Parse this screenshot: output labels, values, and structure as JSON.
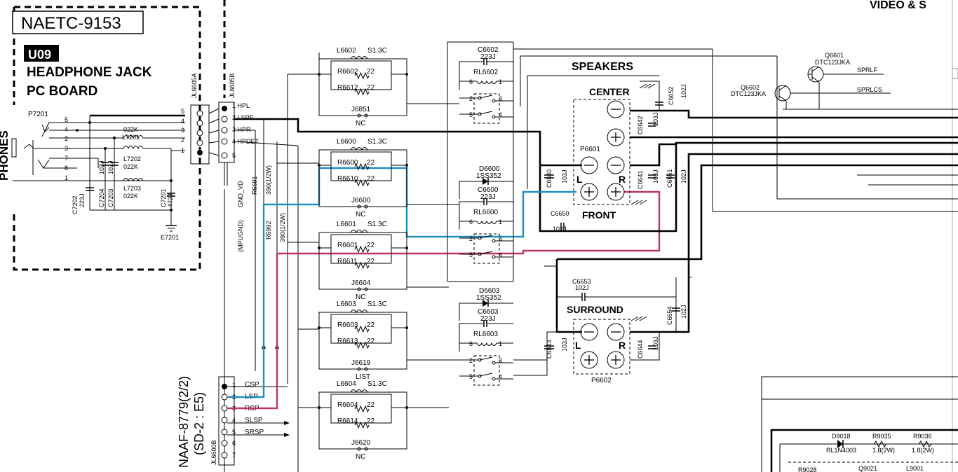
{
  "header": {
    "top_right_title": "VIDEO & S"
  },
  "board": {
    "id": "NAETC-9153",
    "unit": "U09",
    "name_line1": "HEADPHONE JACK",
    "name_line2": "PC BOARD",
    "side_label": "PHONES"
  },
  "jack": {
    "ref": "P7201",
    "pins": [
      "5",
      "4",
      "2",
      "3",
      "7",
      "8",
      "1"
    ],
    "ground": "E7201"
  },
  "filter_parts": {
    "l7201": "L7201",
    "l7201_val": "022K",
    "l7202": "L7202",
    "l7202_val": "022K",
    "l7203": "L7203",
    "l7203_val": "022K",
    "c7202": "C7202",
    "c7202_val": "223J",
    "c7203": "C7203",
    "c7203_val": "102J",
    "c7204": "C7204",
    "c7204_val": "102J",
    "c7201": "C7201",
    "c7201_val": "472J"
  },
  "jl6605a": {
    "ref": "JL6605A",
    "pins": [
      "5",
      "4",
      "3",
      "2",
      "1"
    ]
  },
  "jl6605b": {
    "ref": "JL6605B",
    "pins": [
      "1 HPL",
      "2 LSPE",
      "3 HPR",
      "4 HPDET",
      "5"
    ]
  },
  "left_net": {
    "gnd_vd": "GND_VD",
    "mpugnd": "(MPUGND)",
    "r6691": "R6691",
    "r6691_val": "390(1/2W)",
    "r6992": "R6992",
    "r6992_val": "390(1/2W)"
  },
  "naaf": {
    "line1": "NAAF-8779(2/2)",
    "line2": "(SD-2 : E5)"
  },
  "jl6600b": {
    "ref": "JL6600B",
    "pins": [
      "1",
      "2",
      "3",
      "4",
      "5",
      "6",
      "7"
    ],
    "signals": [
      "CSP",
      "LSP",
      "RSP",
      "SLSP",
      "SRSP"
    ]
  },
  "fuse_groups": [
    {
      "l": "L6602",
      "s": "S1.3C",
      "ra": "R6602",
      "rb": "R6612",
      "rv": "22",
      "j": "J6851",
      "jv": "NC"
    },
    {
      "l": "L6600",
      "s": "S1.3C",
      "ra": "R6600",
      "rb": "R6610",
      "rv": "22",
      "j": "J6600",
      "jv": "NC"
    },
    {
      "l": "L6601",
      "s": "S1.3C",
      "ra": "R6601",
      "rb": "R6611",
      "rv": "22",
      "j": "J6604",
      "jv": "NC"
    },
    {
      "l": "L6603",
      "s": "S1.3C",
      "ra": "R6603",
      "rb": "R6613",
      "rv": "22",
      "j": "J6619",
      "jv": "LIST"
    },
    {
      "l": "L6604",
      "s": "S1.3C",
      "ra": "R6604",
      "rb": "R6614",
      "rv": "22",
      "j": "J6620",
      "jv": "NC"
    }
  ],
  "relays": [
    {
      "c": "C6602",
      "cv": "223J",
      "rl": "RL6602"
    },
    {
      "d": "D6600",
      "dv": "1SS352",
      "c": "C6600",
      "cv": "223J",
      "rl": "RL6600"
    },
    {
      "d": "D6603",
      "dv": "1SS352",
      "c": "C6603",
      "cv": "223J",
      "rl": "RL6603"
    }
  ],
  "relay_pins": [
    "6",
    "1",
    "2",
    "3",
    "5",
    "4"
  ],
  "speakers": {
    "title": "SPEAKERS",
    "center": "CENTER",
    "front": "FRONT",
    "surround": "SURROUND",
    "l": "L",
    "r": "R",
    "p6601": "P6601",
    "p6602": "P6602",
    "caps": {
      "c6652": "C6652",
      "c6652v": "102J",
      "c6642": "C6642",
      "c6642v": "103J",
      "c6640": "C6640",
      "c6640v": "103J",
      "c6641": "C6641",
      "c6641v": "103J",
      "c6651": "C6651",
      "c6651v": "102J",
      "c6650": "C6650",
      "c6650v": "102J",
      "c6653": "C6653",
      "c6653v": "102J",
      "c6654": "C6654",
      "c6654v": "102J",
      "c6643": "C6643",
      "c6643v": "103J",
      "c6644": "C6644",
      "c6644v": "103J"
    }
  },
  "transistors": {
    "q6601": "Q6601",
    "q6601v": "DTC123JKA",
    "q6602": "Q6602",
    "q6602v": "DTC123JKA",
    "sprlf": "SPRLF",
    "sprlcs": "SPRLCS"
  },
  "bottom_right": {
    "d9018": "D9018",
    "d9018v": "RL1N4003",
    "r9035": "R9035",
    "r9035v": "1.8(2W)",
    "r9036": "R9036",
    "r9036v": "1.8(2W)",
    "q9021": "Q9021",
    "l9001": "L9001",
    "r9028": "R9028"
  },
  "colors": {
    "blue_trace": "#1f8fc0",
    "pink_trace": "#c0336a"
  }
}
